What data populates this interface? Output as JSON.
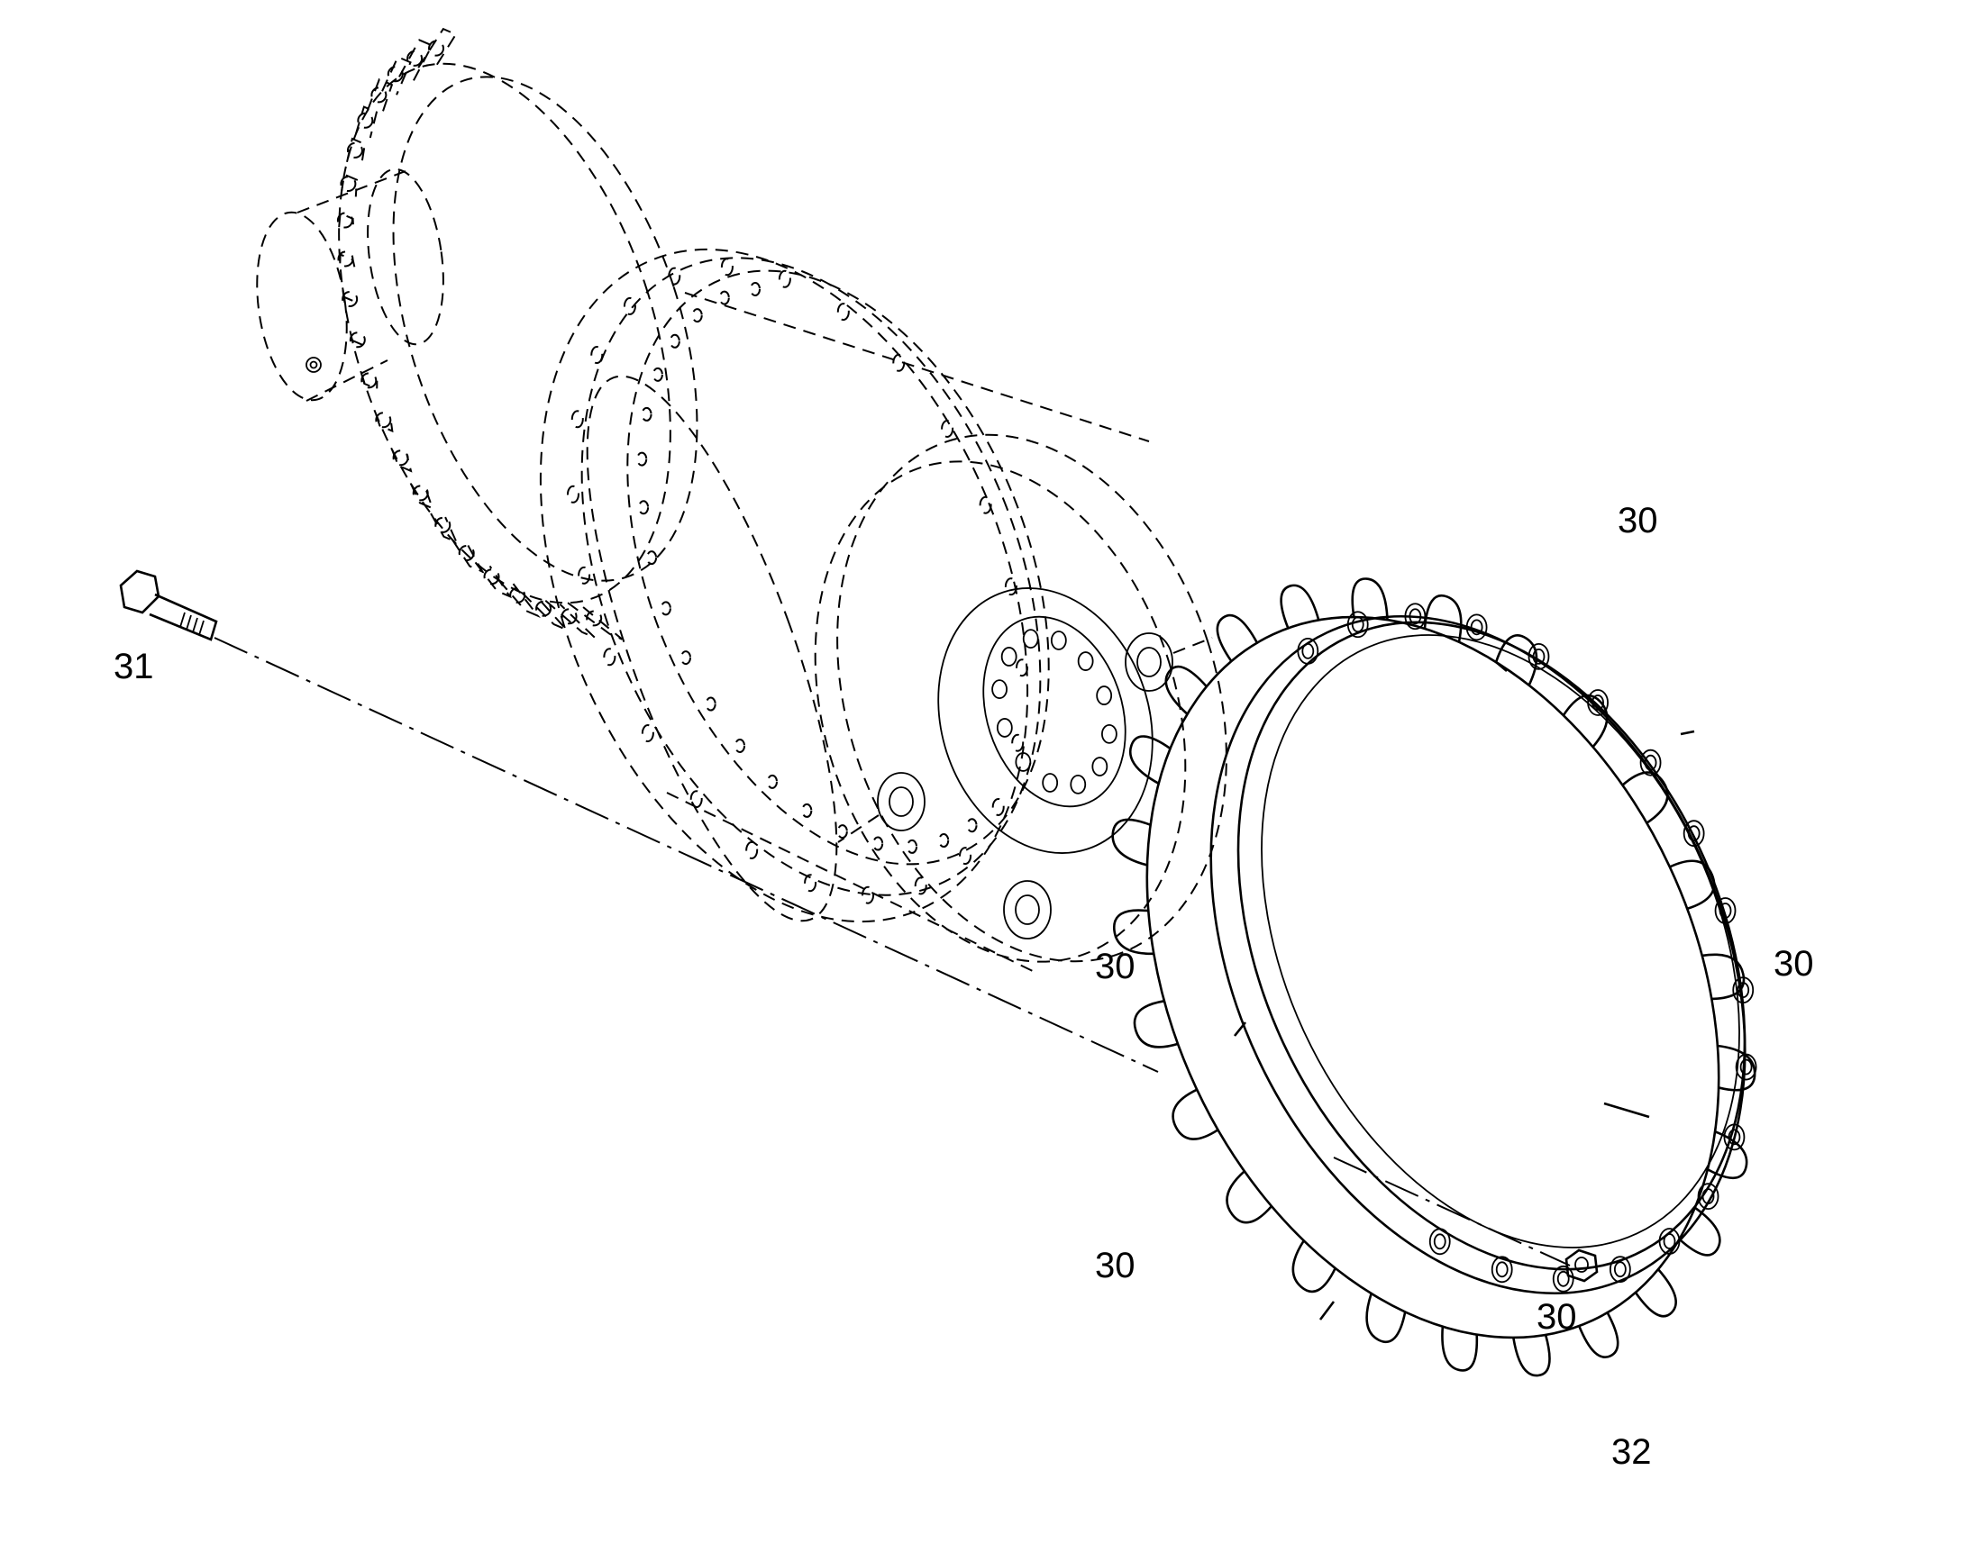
{
  "callouts": {
    "bolt": "31",
    "nut": "32",
    "segment_top": "30",
    "segment_left": "30",
    "segment_right": "30",
    "segment_lower_left": "30",
    "segment_lower_right": "30"
  }
}
